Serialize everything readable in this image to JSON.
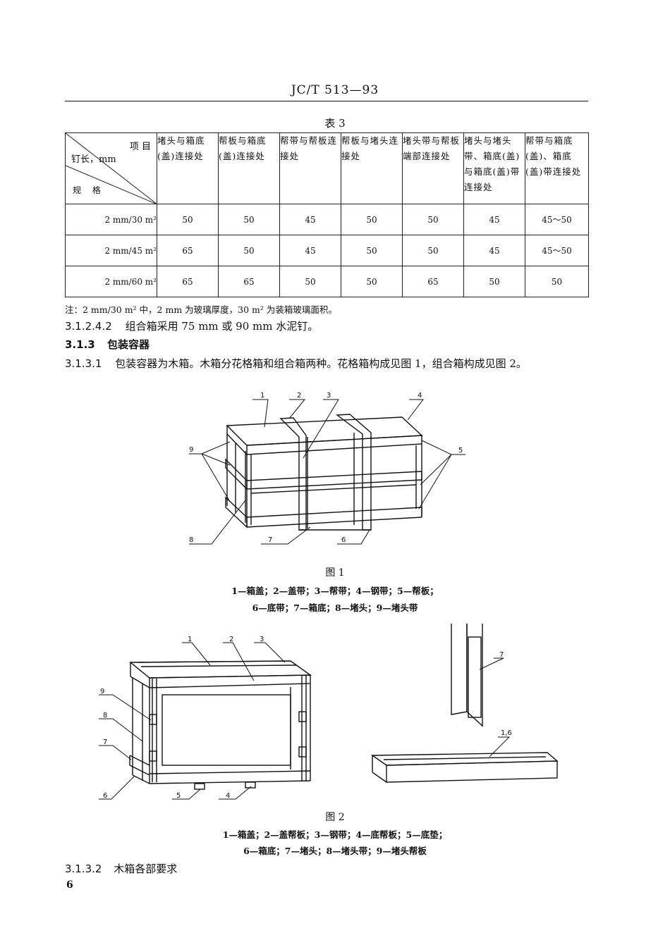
{
  "header": {
    "doc_code": "JC/T  513—93"
  },
  "table": {
    "caption": "表 3",
    "corner": {
      "item": "项 目",
      "nail": "钉长，mm",
      "spec": "规 格"
    },
    "columns": [
      [
        "堵头与箱底",
        "(盖)连接处"
      ],
      [
        "帮板与箱底",
        "(盖)连接处"
      ],
      [
        "帮带与帮板连",
        "接处"
      ],
      [
        "帮板与堵头连",
        "接处"
      ],
      [
        "堵头带与帮板",
        "端部连接处"
      ],
      [
        "堵头与堵头",
        "带、箱底(盖)",
        "与箱底(盖)带",
        "连接处"
      ],
      [
        "帮带与箱底",
        "(盖)、箱底",
        "(盖)带连接处"
      ]
    ],
    "rows": [
      {
        "spec": "2 mm/30 m²",
        "values": [
          "50",
          "50",
          "45",
          "50",
          "50",
          "45",
          "45～50"
        ]
      },
      {
        "spec": "2 mm/45 m²",
        "values": [
          "65",
          "50",
          "45",
          "50",
          "50",
          "45",
          "45～50"
        ]
      },
      {
        "spec": "2 mm/60 m²",
        "values": [
          "65",
          "65",
          "50",
          "50",
          "65",
          "50",
          "50"
        ]
      }
    ]
  },
  "note": "注：2 mm/30 m² 中，2 mm 为玻璃厚度，30 m² 为装箱玻璃面积。",
  "para_3_1_2_4_2": {
    "num": "3.1.2.4.2",
    "text": "组合箱采用 75 mm 或 90 mm 水泥钉。"
  },
  "heading_3_1_3": {
    "num": "3.1.3",
    "text": "包装容器"
  },
  "para_3_1_3_1": {
    "num": "3.1.3.1",
    "text": "包装容器为木箱。木箱分花格箱和组合箱两种。花格箱构成见图 1，组合箱构成见图 2。"
  },
  "figure1": {
    "caption": "图 1",
    "legend_line1": "1—箱盖；2—盖带；3—帮带；4—钢带；5—帮板；",
    "legend_line2": "6—底带；7—箱底；8—堵头；9—堵头带",
    "labels": [
      "1",
      "2",
      "3",
      "4",
      "5",
      "6",
      "7",
      "8",
      "9"
    ]
  },
  "figure2": {
    "caption": "图 2",
    "legend_line1": "1—箱盖；2—盖帮板；3—钢带；4—底帮板；5—底垫；",
    "legend_line2": "6—箱底；7—堵头；8—堵头带；9—堵头帮板",
    "labels": [
      "1",
      "2",
      "3",
      "4",
      "5",
      "6",
      "7",
      "8",
      "9",
      "7",
      "1,6"
    ]
  },
  "heading_3_1_3_2": {
    "num": "3.1.3.2",
    "text": "木箱各部要求"
  },
  "page_number": "6"
}
